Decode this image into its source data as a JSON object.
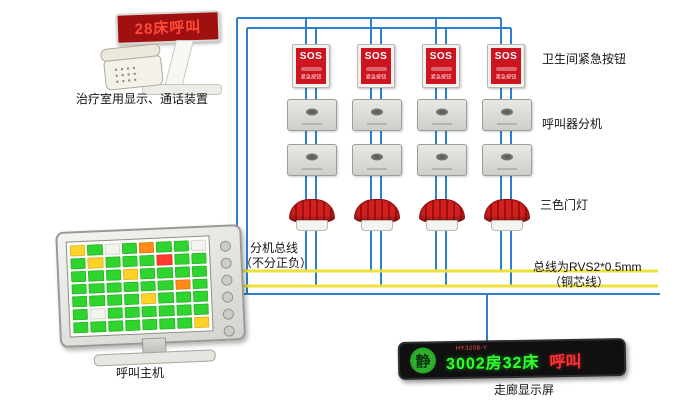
{
  "colors": {
    "wire_blue": "#2f7fd0",
    "wire_yellow": "#ece23a",
    "led_bg": "#a01010",
    "led_text": "#ff4a3a",
    "sos_red": "#cd1522",
    "lamp_red": "#d41f1f",
    "display_green": "#2eff2e",
    "display_red": "#ff3232",
    "cell_green": "#2fd42f",
    "cell_yellow": "#ffd22a",
    "cell_orange": "#ff8c1a",
    "cell_red": "#ff3b30",
    "cell_white": "#f4f4ee"
  },
  "treatment_station": {
    "led_text": "28床呼叫",
    "caption": "治疗室用显示、通话装置"
  },
  "sos_panel": {
    "title": "SOS",
    "subtitle": "紧急按钮"
  },
  "labels": {
    "sos": "卫生间紧急按钮",
    "extension": "呼叫器分机",
    "door_lamp": "三色门灯",
    "bus_line1": "分机总线",
    "bus_line2": "（不分正负）",
    "spec_line1": "总线为RVS2*0.5mm",
    "spec_line2": "（铜芯线）",
    "host": "呼叫主机",
    "corridor": "走廊显示屏"
  },
  "host": {
    "screen_grid": [
      [
        "y",
        "g",
        "w",
        "g",
        "o",
        "g",
        "g",
        "w"
      ],
      [
        "g",
        "y",
        "g",
        "g",
        "g",
        "r",
        "g",
        "g"
      ],
      [
        "g",
        "g",
        "g",
        "y",
        "g",
        "g",
        "g",
        "g"
      ],
      [
        "g",
        "g",
        "g",
        "g",
        "g",
        "g",
        "o",
        "g"
      ],
      [
        "g",
        "g",
        "g",
        "g",
        "y",
        "g",
        "g",
        "g"
      ],
      [
        "g",
        "w",
        "g",
        "g",
        "g",
        "g",
        "g",
        "g"
      ],
      [
        "g",
        "g",
        "g",
        "g",
        "g",
        "g",
        "g",
        "y"
      ]
    ]
  },
  "corridor_display": {
    "model": "HY3208-Y",
    "mute_char": "静",
    "room_text": "3002房32床",
    "call_text": "呼叫"
  }
}
